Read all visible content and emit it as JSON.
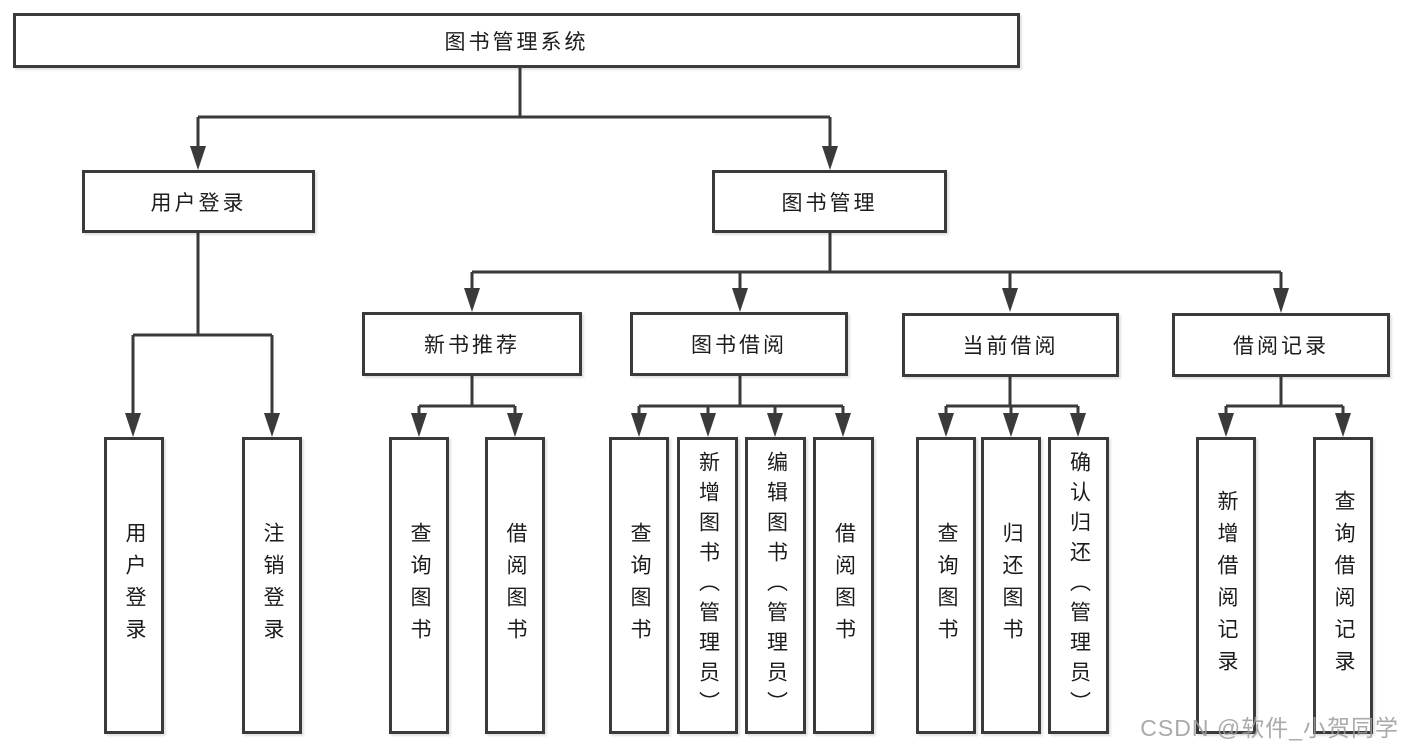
{
  "diagram": {
    "type": "tree",
    "tree": {
      "label": "图书管理系统",
      "children": [
        {
          "label": "用户登录",
          "children": [
            {
              "label": "用户登录"
            },
            {
              "label": "注销登录"
            }
          ]
        },
        {
          "label": "图书管理",
          "children": [
            {
              "label": "新书推荐",
              "children": [
                {
                  "label": "查询图书"
                },
                {
                  "label": "借阅图书"
                }
              ]
            },
            {
              "label": "图书借阅",
              "children": [
                {
                  "label": "查询图书"
                },
                {
                  "label": "新增图书（管理员）"
                },
                {
                  "label": "编辑图书（管理员）"
                },
                {
                  "label": "借阅图书"
                }
              ]
            },
            {
              "label": "当前借阅",
              "children": [
                {
                  "label": "查询图书"
                },
                {
                  "label": "归还图书"
                },
                {
                  "label": "确认归还（管理员）"
                }
              ]
            },
            {
              "label": "借阅记录",
              "children": [
                {
                  "label": "新增借阅记录"
                },
                {
                  "label": "查询借阅记录"
                }
              ]
            }
          ]
        }
      ]
    },
    "colors": {
      "line": "#3a3a3a",
      "box_border": "#3a3a3a",
      "box_fill": "#ffffff",
      "text": "#1c1c1c",
      "background": "#ffffff",
      "watermark": "#9b9b9e"
    }
  },
  "watermark": {
    "text": "CSDN @软件_小贺同学"
  }
}
